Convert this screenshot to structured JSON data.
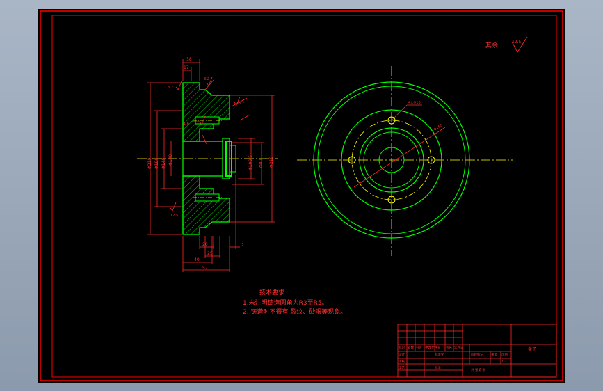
{
  "colors": {
    "frame": "#ff0000",
    "outline": "#00ff00",
    "center": "#ffff00",
    "hatch": "#00ff00",
    "dimension": "#ff2a2a",
    "note_text": "#ff3030",
    "label_text": "#ff3030"
  },
  "surface_note": {
    "label": "其余",
    "value": "12.5"
  },
  "side_view_dimensions": {
    "top_width_outer": "38",
    "top_width_inner": "17",
    "bottom_20": "20",
    "bottom_25": "25",
    "bottom_2": "2",
    "bottom_40": "40",
    "bottom_57": "57",
    "dia_left_outer": "Φ210",
    "dia_left_2": "Φ180",
    "dia_left_3": "Φ140",
    "dia_left_4": "Φ100",
    "dia_right_1": "Φ100.5",
    "dia_right_2": "Φ80",
    "dia_right_3": "Φ210",
    "roughness_1": "3.2",
    "roughness_2": "3.2",
    "roughness_3": "3.2",
    "roughness_4": "1.6",
    "roughness_5": "12.5"
  },
  "front_view_labels": {
    "hole_note": "4×Φ10",
    "pcd_note": "Φ160"
  },
  "technical_requirements": {
    "heading": "技术要求",
    "line1": "1.未注明铸造圆角为R3至R5。",
    "line2": "2. 铸造时不得有 裂纹、砂眼等现象。"
  },
  "title_block": {
    "part_name": "盘子",
    "scale": "1:2",
    "row_labels": [
      "标记",
      "处数",
      "分区",
      "更改文件号",
      "签名",
      "年月日"
    ],
    "designer": "设计",
    "standard": "标准化",
    "stage": "阶段标记",
    "weight": "重量",
    "ratio": "比例",
    "review": "审核",
    "process": "工艺",
    "approve": "批准",
    "sheet_info": "共 张第 张"
  }
}
